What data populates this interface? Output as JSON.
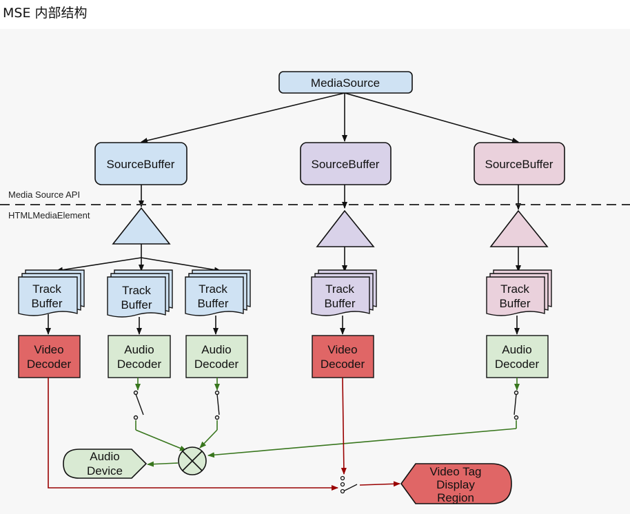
{
  "header": {
    "title": "MSE 内部结构"
  },
  "layers": {
    "upper_label": "Media Source API",
    "lower_label": "HTMLMediaElement"
  },
  "nodes": {
    "media_source": "MediaSource",
    "source_buffer": "SourceBuffer",
    "track_buffer": [
      "Track",
      "Buffer"
    ],
    "video_decoder": [
      "Video",
      "Decoder"
    ],
    "audio_decoder": [
      "Audio",
      "Decoder"
    ],
    "audio_device": [
      "Audio",
      "Device"
    ],
    "video_tag": [
      "Video Tag",
      "Display",
      "Region"
    ]
  },
  "colors": {
    "blue": "#cfe2f3",
    "purple": "#d9d2e9",
    "pink": "#ead1dc",
    "video": "#e06666",
    "audio": "#d9ead3",
    "green_edge": "#38761d",
    "red_edge": "#990000",
    "stroke": "#111111"
  }
}
